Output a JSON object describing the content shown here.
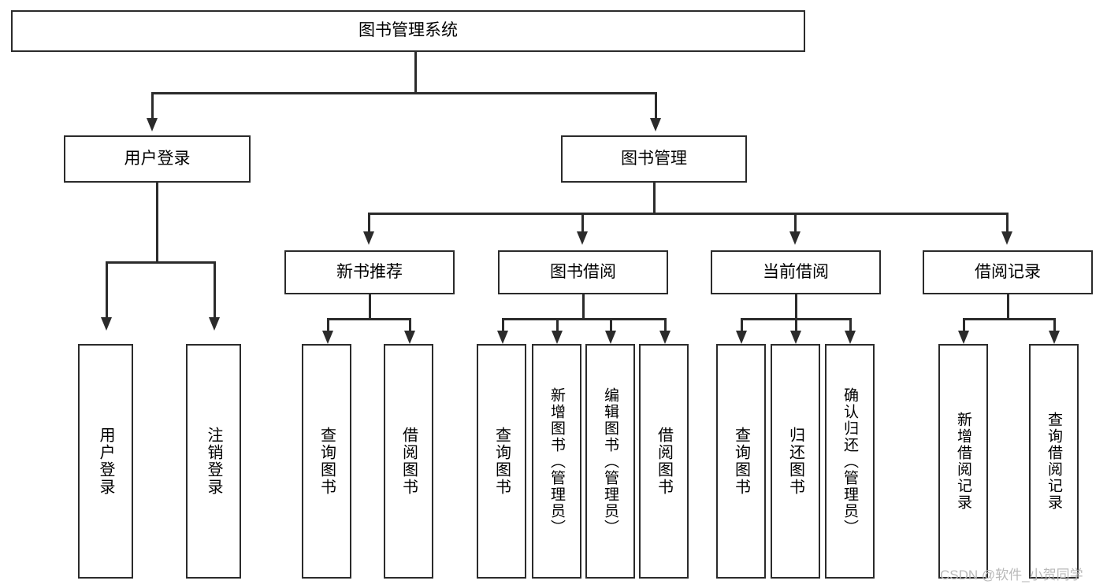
{
  "diagram": {
    "type": "tree",
    "title": "图书管理系统",
    "root": {
      "id": "root",
      "label": "图书管理系统",
      "orientation": "horizontal"
    },
    "level2": [
      {
        "id": "user-login",
        "label": "用户登录",
        "orientation": "horizontal"
      },
      {
        "id": "book-manage",
        "label": "图书管理",
        "orientation": "horizontal"
      }
    ],
    "level3": [
      {
        "id": "new-book-recommend",
        "label": "新书推荐",
        "orientation": "horizontal",
        "parent": "book-manage"
      },
      {
        "id": "book-borrow",
        "label": "图书借阅",
        "orientation": "horizontal",
        "parent": "book-manage"
      },
      {
        "id": "current-borrow",
        "label": "当前借阅",
        "orientation": "horizontal",
        "parent": "book-manage"
      },
      {
        "id": "borrow-record",
        "label": "借阅记录",
        "orientation": "horizontal",
        "parent": "book-manage"
      }
    ],
    "leaves": [
      {
        "id": "leaf-user-login",
        "label": "用户登录",
        "parent": "user-login"
      },
      {
        "id": "leaf-user-logout",
        "label": "注销登录",
        "parent": "user-login"
      },
      {
        "id": "leaf-query-book-1",
        "label": "查询图书",
        "parent": "new-book-recommend"
      },
      {
        "id": "leaf-borrow-book-1",
        "label": "借阅图书",
        "parent": "new-book-recommend"
      },
      {
        "id": "leaf-query-book-2",
        "label": "查询图书",
        "parent": "book-borrow"
      },
      {
        "id": "leaf-add-book",
        "label": "新增图书（管理员）",
        "parent": "book-borrow"
      },
      {
        "id": "leaf-edit-book",
        "label": "编辑图书（管理员）",
        "parent": "book-borrow"
      },
      {
        "id": "leaf-borrow-book-2",
        "label": "借阅图书",
        "parent": "book-borrow"
      },
      {
        "id": "leaf-query-book-3",
        "label": "查询图书",
        "parent": "current-borrow"
      },
      {
        "id": "leaf-return-book",
        "label": "归还图书",
        "parent": "current-borrow"
      },
      {
        "id": "leaf-confirm-return",
        "label": "确认归还（管理员）",
        "parent": "current-borrow"
      },
      {
        "id": "leaf-add-borrow-record",
        "label": "新增借阅记录",
        "parent": "borrow-record"
      },
      {
        "id": "leaf-query-borrow-record",
        "label": "查询借阅记录",
        "parent": "borrow-record"
      }
    ],
    "colors": {
      "stroke": "#2b2b2b",
      "fill": "#ffffff",
      "text": "#000000",
      "watermark": "#b9b9b9"
    }
  },
  "watermark": {
    "text": "CSDN @软件_小贺同学"
  }
}
